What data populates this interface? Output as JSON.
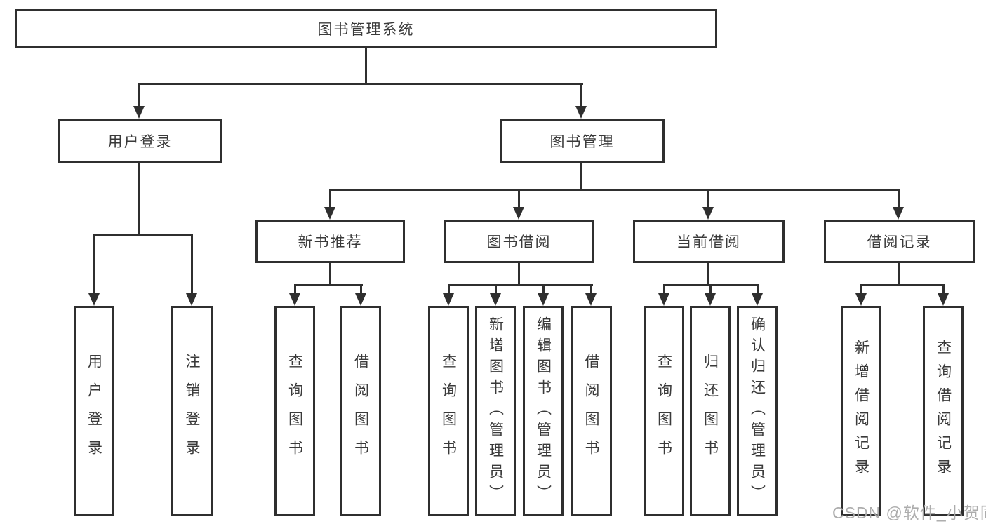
{
  "diagram": {
    "root": {
      "label": "图书管理系统"
    },
    "branches": [
      {
        "label": "用户登录",
        "children": [
          "用户登录",
          "注销登录"
        ]
      },
      {
        "label": "图书管理",
        "children": [
          {
            "label": "新书推荐",
            "children": [
              "查询图书",
              "借阅图书"
            ]
          },
          {
            "label": "图书借阅",
            "children": [
              "查询图书",
              "新增图书（管理员）",
              "编辑图书（管理员）",
              "借阅图书"
            ]
          },
          {
            "label": "当前借阅",
            "children": [
              "查询图书",
              "归还图书",
              "确认归还（管理员）"
            ]
          },
          {
            "label": "借阅记录",
            "children": [
              "新增借阅记录",
              "查询借阅记录"
            ]
          }
        ]
      }
    ],
    "colors": {
      "line": "#2f2f2f",
      "text": "#3a3a3a",
      "background": "#ffffff",
      "watermark": "#a8a8a8"
    },
    "watermark": "CSDN @软件_小贺同学"
  }
}
